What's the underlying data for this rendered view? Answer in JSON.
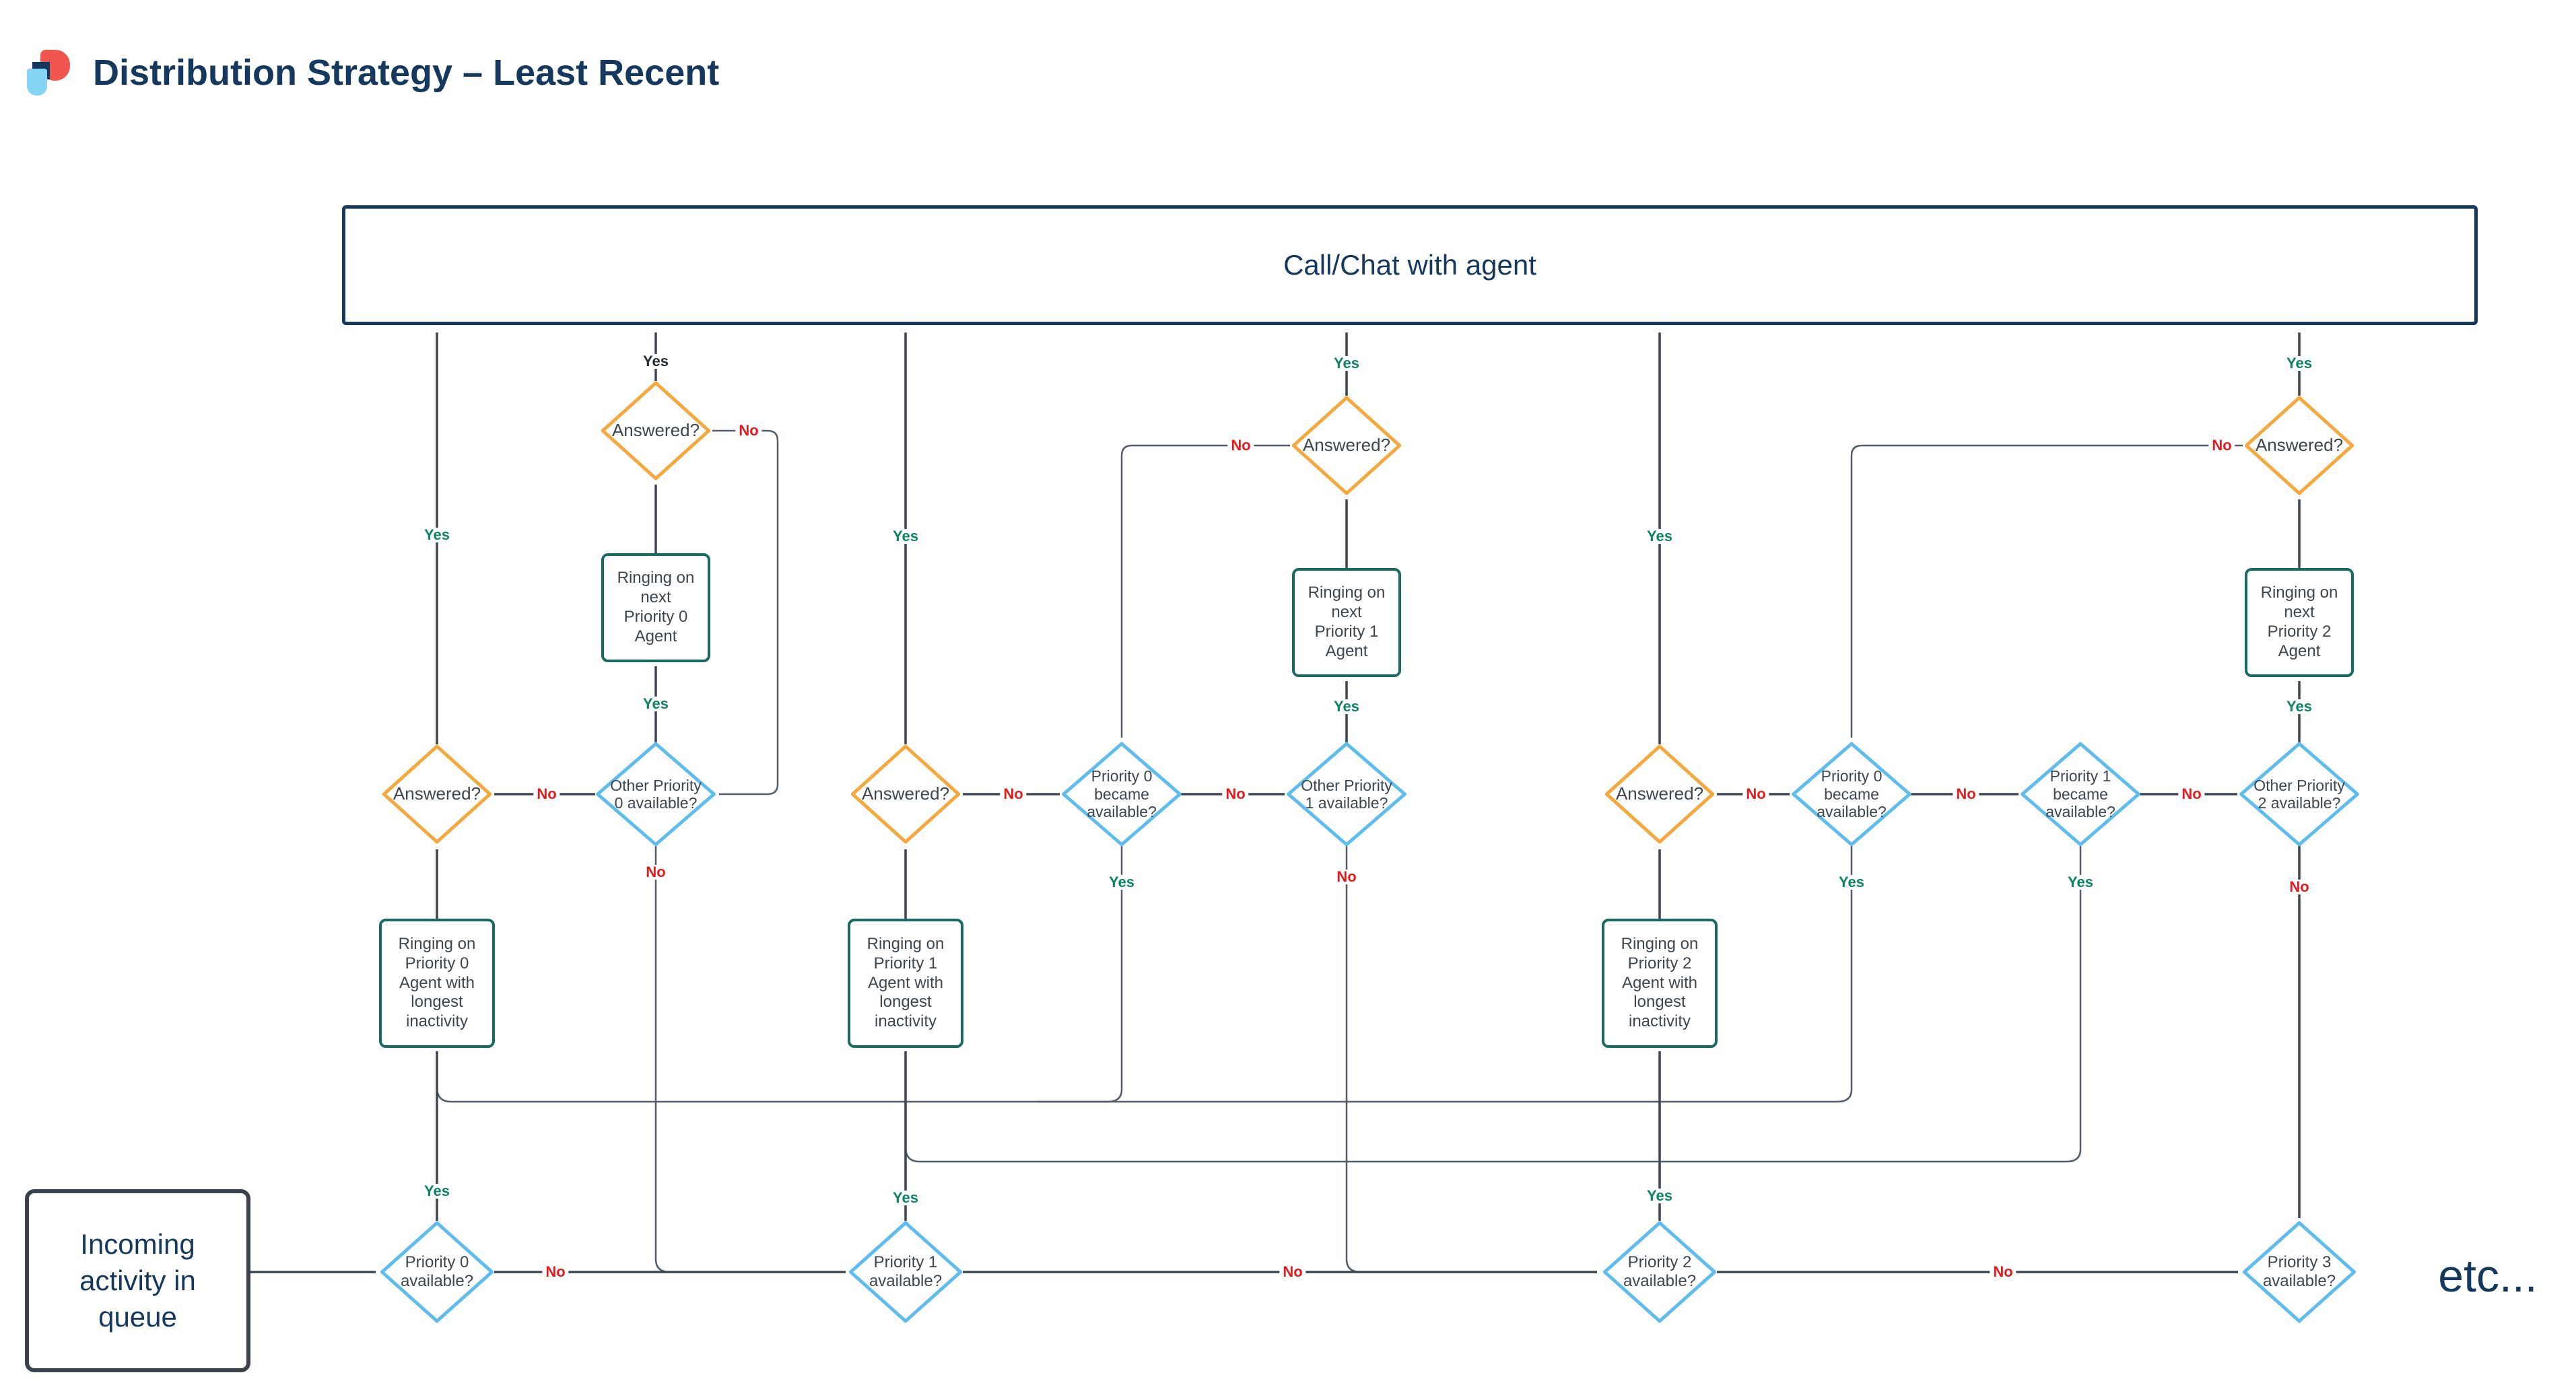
{
  "page": {
    "title": "Distribution Strategy – Least Recent"
  },
  "colors": {
    "navy": "#15395E",
    "orange": "#F5A83D",
    "light_blue": "#5FBDEE",
    "teal": "#176B61",
    "yes_green": "#0D8466",
    "no_red": "#E51A1D",
    "line_gray": "#3E4651",
    "logo_red": "#F0564E",
    "logo_blue": "#85D4F6",
    "charcoal": "#3A424E"
  },
  "flowchart": {
    "terminal": {
      "call_chat": "Call/Chat with agent",
      "incoming": "Incoming activity in queue",
      "etc": "etc..."
    },
    "labels": {
      "yes": "Yes",
      "no": "No"
    },
    "decisions": {
      "answered": "Answered?",
      "p0_available": "Priority 0 available?",
      "p1_available": "Priority 1 available?",
      "p2_available": "Priority 2 available?",
      "p3_available": "Priority 3 available?",
      "other_p0": "Other Priority 0 available?",
      "other_p1": "Other Priority 1 available?",
      "other_p2": "Other Priority 2 available?",
      "p0_became": "Priority 0 became available?",
      "p1_became": "Priority 1 became available?"
    },
    "processes": {
      "ringing_longest_p0": "Ringing on Priority 0 Agent with longest inactivity",
      "ringing_longest_p1": "Ringing on Priority 1 Agent with longest inactivity",
      "ringing_longest_p2": "Ringing on Priority 2 Agent with longest inactivity",
      "ringing_next_p0": "Ringing on next Priority 0 Agent",
      "ringing_next_p1": "Ringing on next Priority 1 Agent",
      "ringing_next_p2": "Ringing on next Priority 2 Agent"
    }
  }
}
